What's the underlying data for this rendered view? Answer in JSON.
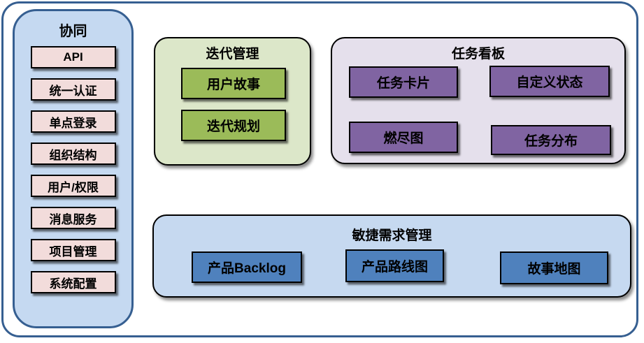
{
  "sidebar": {
    "title": "协同",
    "items": [
      "API",
      "统一认证",
      "单点登录",
      "组织结构",
      "用户/权限",
      "消息服务",
      "项目管理",
      "系统配置"
    ]
  },
  "iteration": {
    "title": "迭代管理",
    "items": [
      "用户故事",
      "迭代规划"
    ]
  },
  "kanban": {
    "title": "任务看板",
    "items": [
      "任务卡片",
      "自定义状态",
      "燃尽图",
      "任务分布"
    ]
  },
  "requirements": {
    "title": "敏捷需求管理",
    "items": [
      "产品Backlog",
      "产品路线图",
      "故事地图"
    ]
  },
  "colors": {
    "frame_border": "#365f91",
    "sidebar_fill": "#c5d9f1",
    "pink_item": "#f2dcdb",
    "green_panel": "#dce7c9",
    "green_item": "#9bbb59",
    "purple_panel": "#e5e0ec",
    "purple_item": "#8064a2",
    "blue_panel": "#c6d9f0",
    "blue_item": "#4f81bd",
    "box_border": "#000000"
  }
}
